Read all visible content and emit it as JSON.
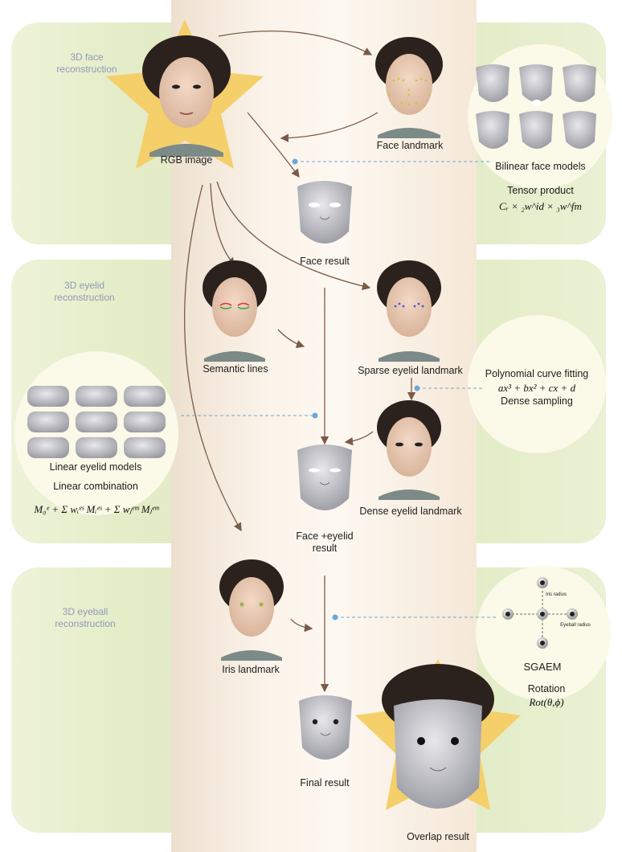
{
  "sections": {
    "face": "3D face\nreconstruction",
    "eyelid": "3D eyelid\nreconstruction",
    "eyeball": "3D eyeball\nreconstruction"
  },
  "labels": {
    "rgb_image": "RGB image",
    "face_landmark": "Face landmark",
    "bilinear_face_models": "Bilinear face models",
    "tensor_product": "Tensor product",
    "face_result": "Face result",
    "semantic_lines": "Semantic lines",
    "sparse_eyelid_landmark": "Sparse eyelid landmark",
    "polynomial_fitting": "Polynomial curve fitting",
    "dense_sampling": "Dense sampling",
    "linear_eyelid_models": "Linear eyelid models",
    "linear_combination": "Linear combination",
    "dense_eyelid_landmark": "Dense eyelid landmark",
    "face_eyelid_result": "Face +eyelid\nresult",
    "iris_landmark": "Iris landmark",
    "sgaem": "SGAEM",
    "rotation": "Rotation",
    "iris_radius": "Iris radius",
    "eyeball_radius": "Eyeball radius",
    "final_result": "Final result",
    "overlap_result": "Overlap result"
  },
  "formulas": {
    "tensor": "Cᵣ × ₂w^id × ₃w^fm",
    "polynomial": "ax³ + bx² + cx + d",
    "linear": "M₀ᵉ + Σ wᵢᵉˢ Mᵢᵉˢ + Σ wⱼᵉᵐ Mⱼᵉᵐ",
    "rotation": "Rot(θ,ϕ)"
  },
  "colors": {
    "band": "#dde8bd",
    "column": "#f8efe2",
    "arrow": "#7a5a48",
    "dashed": "#6fa8d8",
    "star": "#f4cf6a",
    "section_label": "#8f9ab8"
  }
}
